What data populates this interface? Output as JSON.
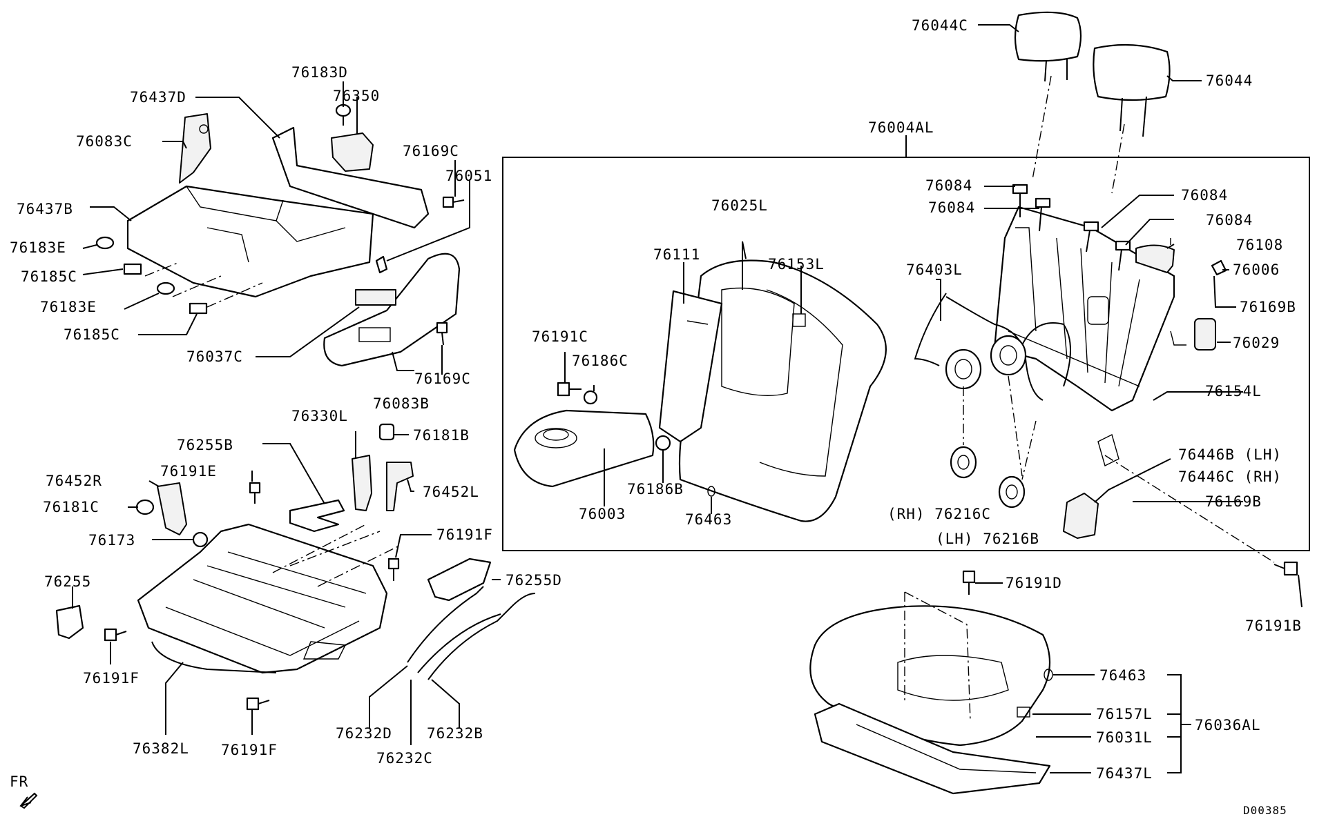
{
  "labels": {
    "l76044C": "76044C",
    "l76044": "76044",
    "l76004AL": "76004AL",
    "l76183D": "76183D",
    "l76437D": "76437D",
    "l76350": "76350",
    "l76083C": "76083C",
    "l76169C_a": "76169C",
    "l76051": "76051",
    "l76437B": "76437B",
    "l76183E_a": "76183E",
    "l76185C_a": "76185C",
    "l76183E_b": "76183E",
    "l76185C_b": "76185C",
    "l76037C": "76037C",
    "l76169C_b": "76169C",
    "l76083B": "76083B",
    "l76084_a": "76084",
    "l76084_b": "76084",
    "l76084_c": "76084",
    "l76084_d": "76084",
    "l76025L": "76025L",
    "l76111": "76111",
    "l76153L": "76153L",
    "l76403L": "76403L",
    "l76108": "76108",
    "l76006": "76006",
    "l76169B_a": "76169B",
    "l76029": "76029",
    "l76191C": "76191C",
    "l76186C": "76186C",
    "l76154L": "76154L",
    "l76330L": "76330L",
    "l76181B": "76181B",
    "l76255B": "76255B",
    "l76191E": "76191E",
    "l76452R": "76452R",
    "l76452L": "76452L",
    "l76181C": "76181C",
    "l76173": "76173",
    "l76191F_a": "76191F",
    "l76255D": "76255D",
    "l76255": "76255",
    "l76191F_b": "76191F",
    "l76382L": "76382L",
    "l76191F_c": "76191F",
    "l76232D": "76232D",
    "l76232C": "76232C",
    "l76232B": "76232B",
    "l76003": "76003",
    "l76186B": "76186B",
    "l76463_a": "76463",
    "l76216C": "(RH) 76216C",
    "l76216B": "(LH) 76216B",
    "l76446B": "76446B (LH)",
    "l76446C": "76446C (RH)",
    "l76169B_b": "76169B",
    "l76191D": "76191D",
    "l76191B": "76191B",
    "l76463_b": "76463",
    "l76157L": "76157L",
    "l76031L": "76031L",
    "l76437L": "76437L",
    "l76036AL": "76036AL",
    "fr": "FR",
    "diagram_code": "D00385"
  }
}
